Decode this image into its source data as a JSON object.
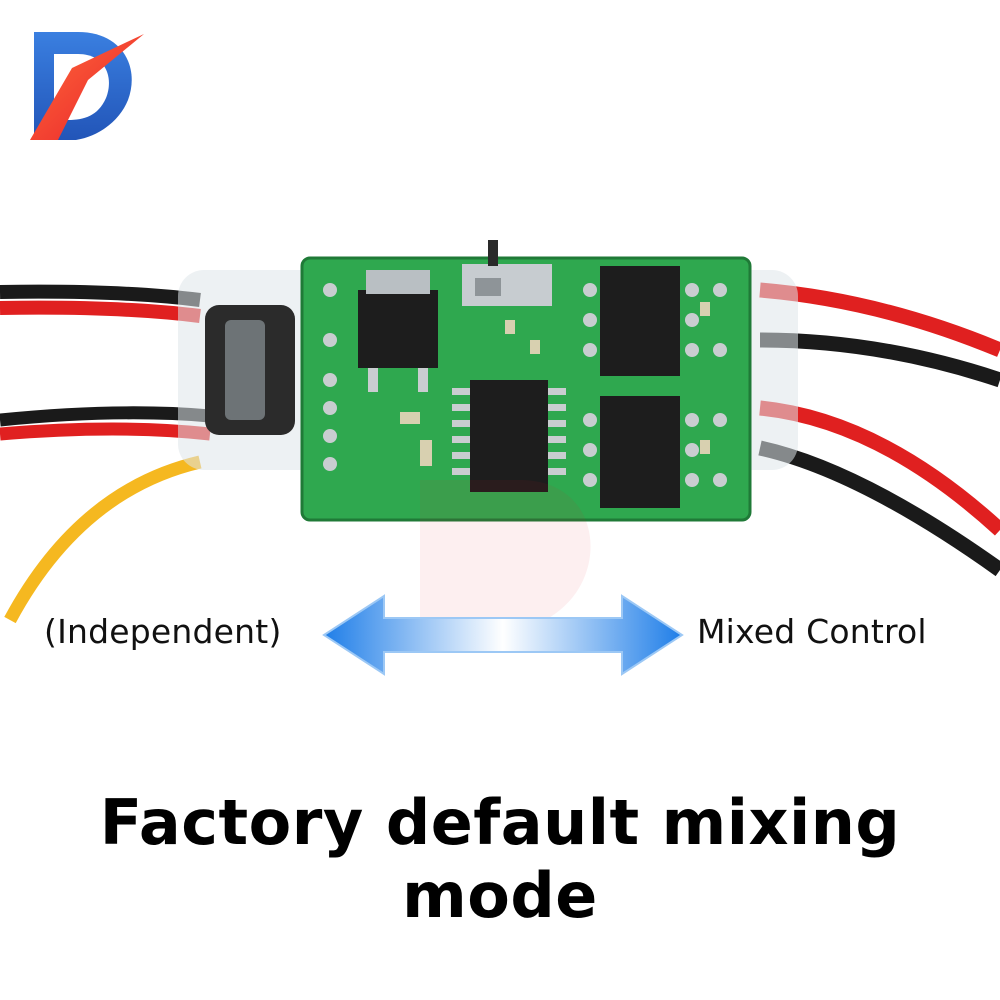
{
  "labels": {
    "left": "(Independent)",
    "right": "Mixed Control"
  },
  "caption": "Factory default mixing mode",
  "colors": {
    "arrow": "#2f8ff0",
    "pcb": "#2fa84f",
    "wire_red": "#e02020",
    "wire_black": "#1a1a1a",
    "wire_yellow": "#f5b820"
  },
  "icons": [
    "logo-icon",
    "double-arrow-icon"
  ]
}
